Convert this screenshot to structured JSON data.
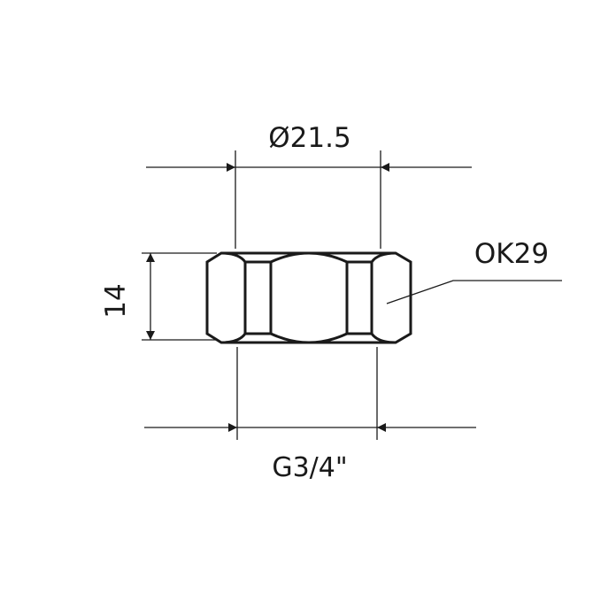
{
  "dimensions": {
    "diameter": "Ø21.5",
    "height": "14",
    "thread": "G3/4\"",
    "wrench_size": "OK29"
  },
  "colors": {
    "line": "#1a1a1a",
    "background": "#ffffff"
  }
}
